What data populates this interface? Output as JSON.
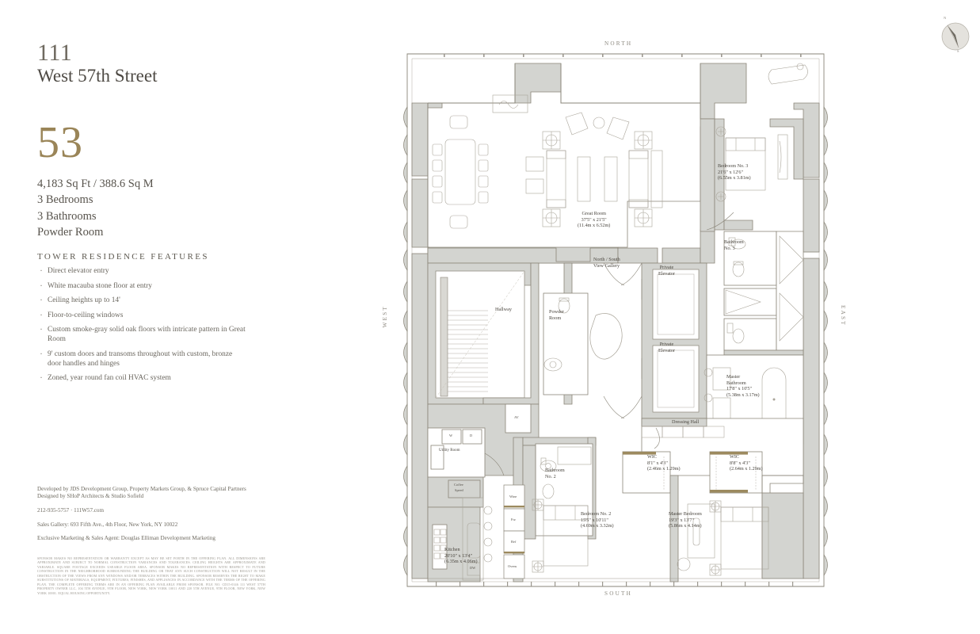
{
  "brand": {
    "address_number": "111",
    "address_street": "West 57th Street",
    "unit_number": "53",
    "accent_color": "#9a8558",
    "text_color": "#57534c"
  },
  "specs": {
    "area": "4,183 Sq Ft / 388.6 Sq M",
    "bedrooms": "3 Bedrooms",
    "bathrooms": "3 Bathrooms",
    "powder": "Powder Room"
  },
  "features": {
    "title": "TOWER RESIDENCE FEATURES",
    "items": [
      "Direct elevator entry",
      "White macauba stone floor at entry",
      "Ceiling heights up to 14'",
      "Floor-to-ceiling windows",
      "Custom smoke-gray solid oak floors with intricate pattern in Great Room",
      "9' custom doors and transoms throughout with custom, bronze door handles and hinges",
      "Zoned, year round fan coil HVAC system"
    ]
  },
  "credits": {
    "developed": "Developed by JDS Development Group, Property Markets Group, & Spruce Capital Partners",
    "designed": "Designed by SHoP Architects & Studio Sofield",
    "contact": "212-935-5757  ·  111W57.com",
    "gallery": "Sales Gallery: 693 Fifth Ave., 4th Floor, New York, NY 10022",
    "agent": "Exclusive Marketing & Sales Agent: Douglas Elliman Development Marketing"
  },
  "disclaimer": "SPONSOR MAKES NO REPRESENTATION OR WARRANTY EXCEPT AS MAY BE SET FORTH IN THE OFFERING PLAN. ALL DIMENSIONS ARE APPROXIMATE AND SUBJECT TO NORMAL CONSTRUCTION VARIANCES AND TOLERANCES. CEILING HEIGHTS ARE APPROXIMATE AND VARIABLE. SQUARE FOOTAGE EXCEEDS USEABLE FLOOR AREA. SPONSOR MAKES NO REPRESENTATION WITH RESPECT TO FUTURE CONSTRUCTION IN THE NEIGHBORHOOD SURROUNDING THE BUILDING OR THAT ANY SUCH CONSTRUCTION WILL NOT RESULT IN THE OBSTRUCTION OF THE VIEWS FROM ANY WINDOWS AND/OR TERRACES WITHIN THE BUILDING. SPONSOR RESERVES THE RIGHT TO MAKE SUBSTITUTIONS OF MATERIALS, EQUIPMENT, FIXTURES, FINISHES, AND APPLIANCES IN ACCORDANCE WITH THE TERMS OF THE OFFERING PLAN. THE COMPLETE OFFERING TERMS ARE IN AN OFFERING PLAN AVAILABLE FROM SPONSOR. FILE NO. CD15-0146 111 WEST 57TH PROPERTY OWNER LLC, 104 5TH AVENUE, 9TH FLOOR, NEW YORK, NEW YORK 10011 AND 220 5TH AVENUE, 9TH FLOOR, NEW YORK, NEW YORK 10001. EQUAL HOUSING OPPORTUNITY.",
  "compass": {
    "north": "N",
    "south": "S"
  },
  "plan": {
    "directions": {
      "north": "NORTH",
      "south": "SOUTH",
      "west": "WEST",
      "east": "EAST"
    },
    "rooms": [
      {
        "name": "Great Room",
        "dim_ft": "37'5\" x 21'5\"",
        "dim_m": "(11.4m x 6.52m)"
      },
      {
        "name": "Bedroom No. 3",
        "dim_ft": "21'6\" x 12'6\"",
        "dim_m": "(6.55m x 3.81m)"
      },
      {
        "name": "Bathroom",
        "name2": "No. 3",
        "dim_ft": "",
        "dim_m": ""
      },
      {
        "name": "North / South",
        "name2": "View Gallery",
        "dim_ft": "",
        "dim_m": ""
      },
      {
        "name": "Hallway",
        "dim_ft": "",
        "dim_m": ""
      },
      {
        "name": "Powder",
        "name2": "Room",
        "dim_ft": "",
        "dim_m": ""
      },
      {
        "name": "Private",
        "name2": "Elevator",
        "dim_ft": "",
        "dim_m": ""
      },
      {
        "name": "Private",
        "name2": "Elevator",
        "dim_ft": "",
        "dim_m": ""
      },
      {
        "name": "Master",
        "name2": "Bathroom",
        "dim_ft": "17'8\" x 10'5\"",
        "dim_m": "(5.38m x 3.17m)"
      },
      {
        "name": "Dressing Hall",
        "dim_ft": "",
        "dim_m": ""
      },
      {
        "name": "WIC",
        "dim_ft": "8'1\" x 4'3\"",
        "dim_m": "(2.46m x 1.29m)"
      },
      {
        "name": "WIC",
        "dim_ft": "8'8\" x 4'3\"",
        "dim_m": "(2.64m x 1.29m)"
      },
      {
        "name": "Utility Room",
        "dim_ft": "",
        "dim_m": ""
      },
      {
        "name": "Bathroom",
        "name2": "No. 2",
        "dim_ft": "",
        "dim_m": ""
      },
      {
        "name": "Bedroom No. 2",
        "dim_ft": "15'5\" x 10'11\"",
        "dim_m": "(4.69m x 3.32m)"
      },
      {
        "name": "Master Bedroom",
        "dim_ft": "19'3\" x 13'7\"",
        "dim_m": "(5.86m x 4.14m)"
      },
      {
        "name": "Kitchen",
        "dim_ft": "20'10\" x 13'4\"",
        "dim_m": "(6.35m x 4.06m)"
      }
    ],
    "appliances": [
      {
        "label": "W"
      },
      {
        "label": "D"
      },
      {
        "label": "Coffee"
      },
      {
        "label": "Speed"
      },
      {
        "label": "AV"
      },
      {
        "label": "Wine"
      },
      {
        "label": "Frz"
      },
      {
        "label": "Ref"
      },
      {
        "label": "Ovens"
      },
      {
        "label": "DW"
      }
    ],
    "colors": {
      "wall_fill": "#d3d4d0",
      "line": "#8a8578",
      "furniture_line": "#a9a499",
      "bronze": "#9c8a5f"
    }
  }
}
